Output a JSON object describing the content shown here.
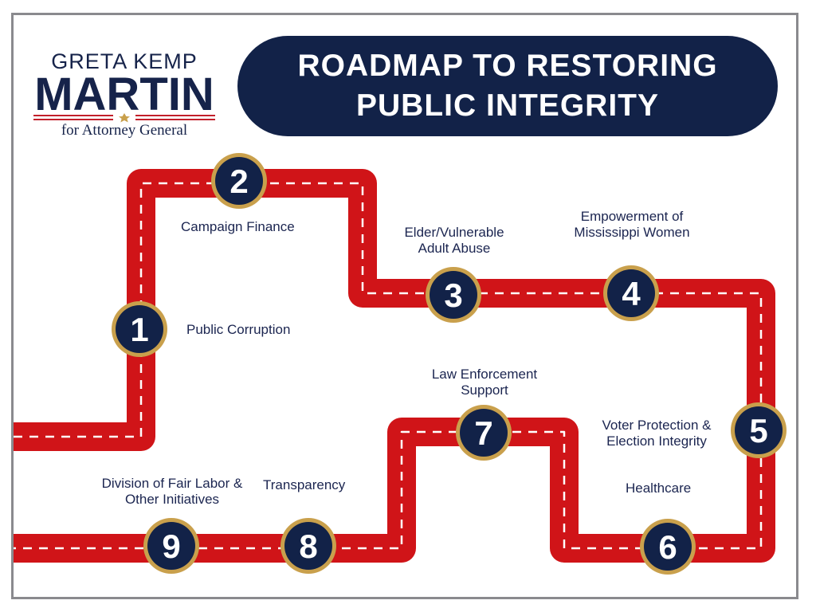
{
  "logo": {
    "line1": "GRETA KEMP",
    "line2": "MARTIN",
    "line3": "for Attorney General"
  },
  "title": {
    "line1": "ROADMAP TO RESTORING",
    "line2": "PUBLIC INTEGRITY"
  },
  "stops": [
    {
      "number": "1",
      "label": "Public Corruption"
    },
    {
      "number": "2",
      "label": "Campaign Finance"
    },
    {
      "number": "3",
      "label": "Elder/Vulnerable Adult Abuse"
    },
    {
      "number": "4",
      "label": "Empowerment of Mississippi Women"
    },
    {
      "number": "5",
      "label": "Voter Protection & Election Integrity"
    },
    {
      "number": "6",
      "label": "Healthcare"
    },
    {
      "number": "7",
      "label": "Law Enforcement Support"
    },
    {
      "number": "8",
      "label": "Transparency"
    },
    {
      "number": "9",
      "label": "Division of Fair Labor & Other Initiatives"
    }
  ],
  "colors": {
    "road": "#d01418",
    "navy": "#122248",
    "gold": "#c9a04c",
    "border": "#8a8a8e"
  }
}
